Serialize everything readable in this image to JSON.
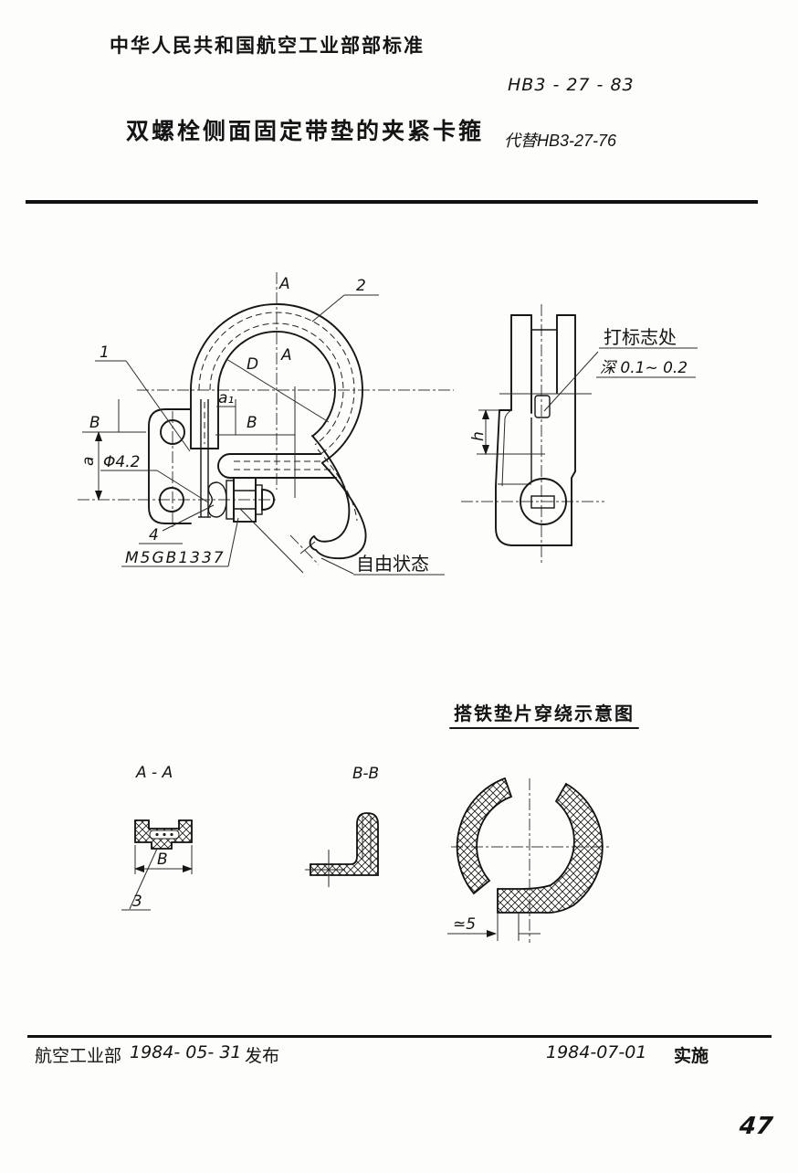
{
  "header": {
    "standard_org": "中华人民共和国航空工业部部标准",
    "code": "HB3 - 27 - 83",
    "title": "双螺栓侧面固定带垫的夹紧卡箍",
    "replaces": "代替HB3-27-76"
  },
  "main_view": {
    "section_label_top": "A",
    "section_label_mid": "A",
    "callout_band": "2",
    "callout_bracket": "1",
    "dim_diameter": "D",
    "dim_b_left": "B",
    "dim_b_right": "B",
    "dim_a": "a",
    "dim_a1": "a₁",
    "dim_hole": "Φ4.2",
    "callout_washer": "4",
    "bolt_spec": "M5GB1337",
    "free_state_note": "自由状态"
  },
  "side_view": {
    "mark_note_line1": "打标志处",
    "mark_note_line2": "深 0.1~ 0.2",
    "dim_h": "h"
  },
  "sections": {
    "gasket_title": "搭铁垫片穿绕示意图",
    "aa_label": "A - A",
    "bb_label": "B-B",
    "dim_b": "B",
    "callout_3": "3",
    "dim_gap": "≃5"
  },
  "footer": {
    "org": "航空工业部",
    "release_date": "1984- 05- 31",
    "release_label": "发布",
    "impl_date": "1984-07-01",
    "impl_label": "实施",
    "page_number": "47"
  }
}
